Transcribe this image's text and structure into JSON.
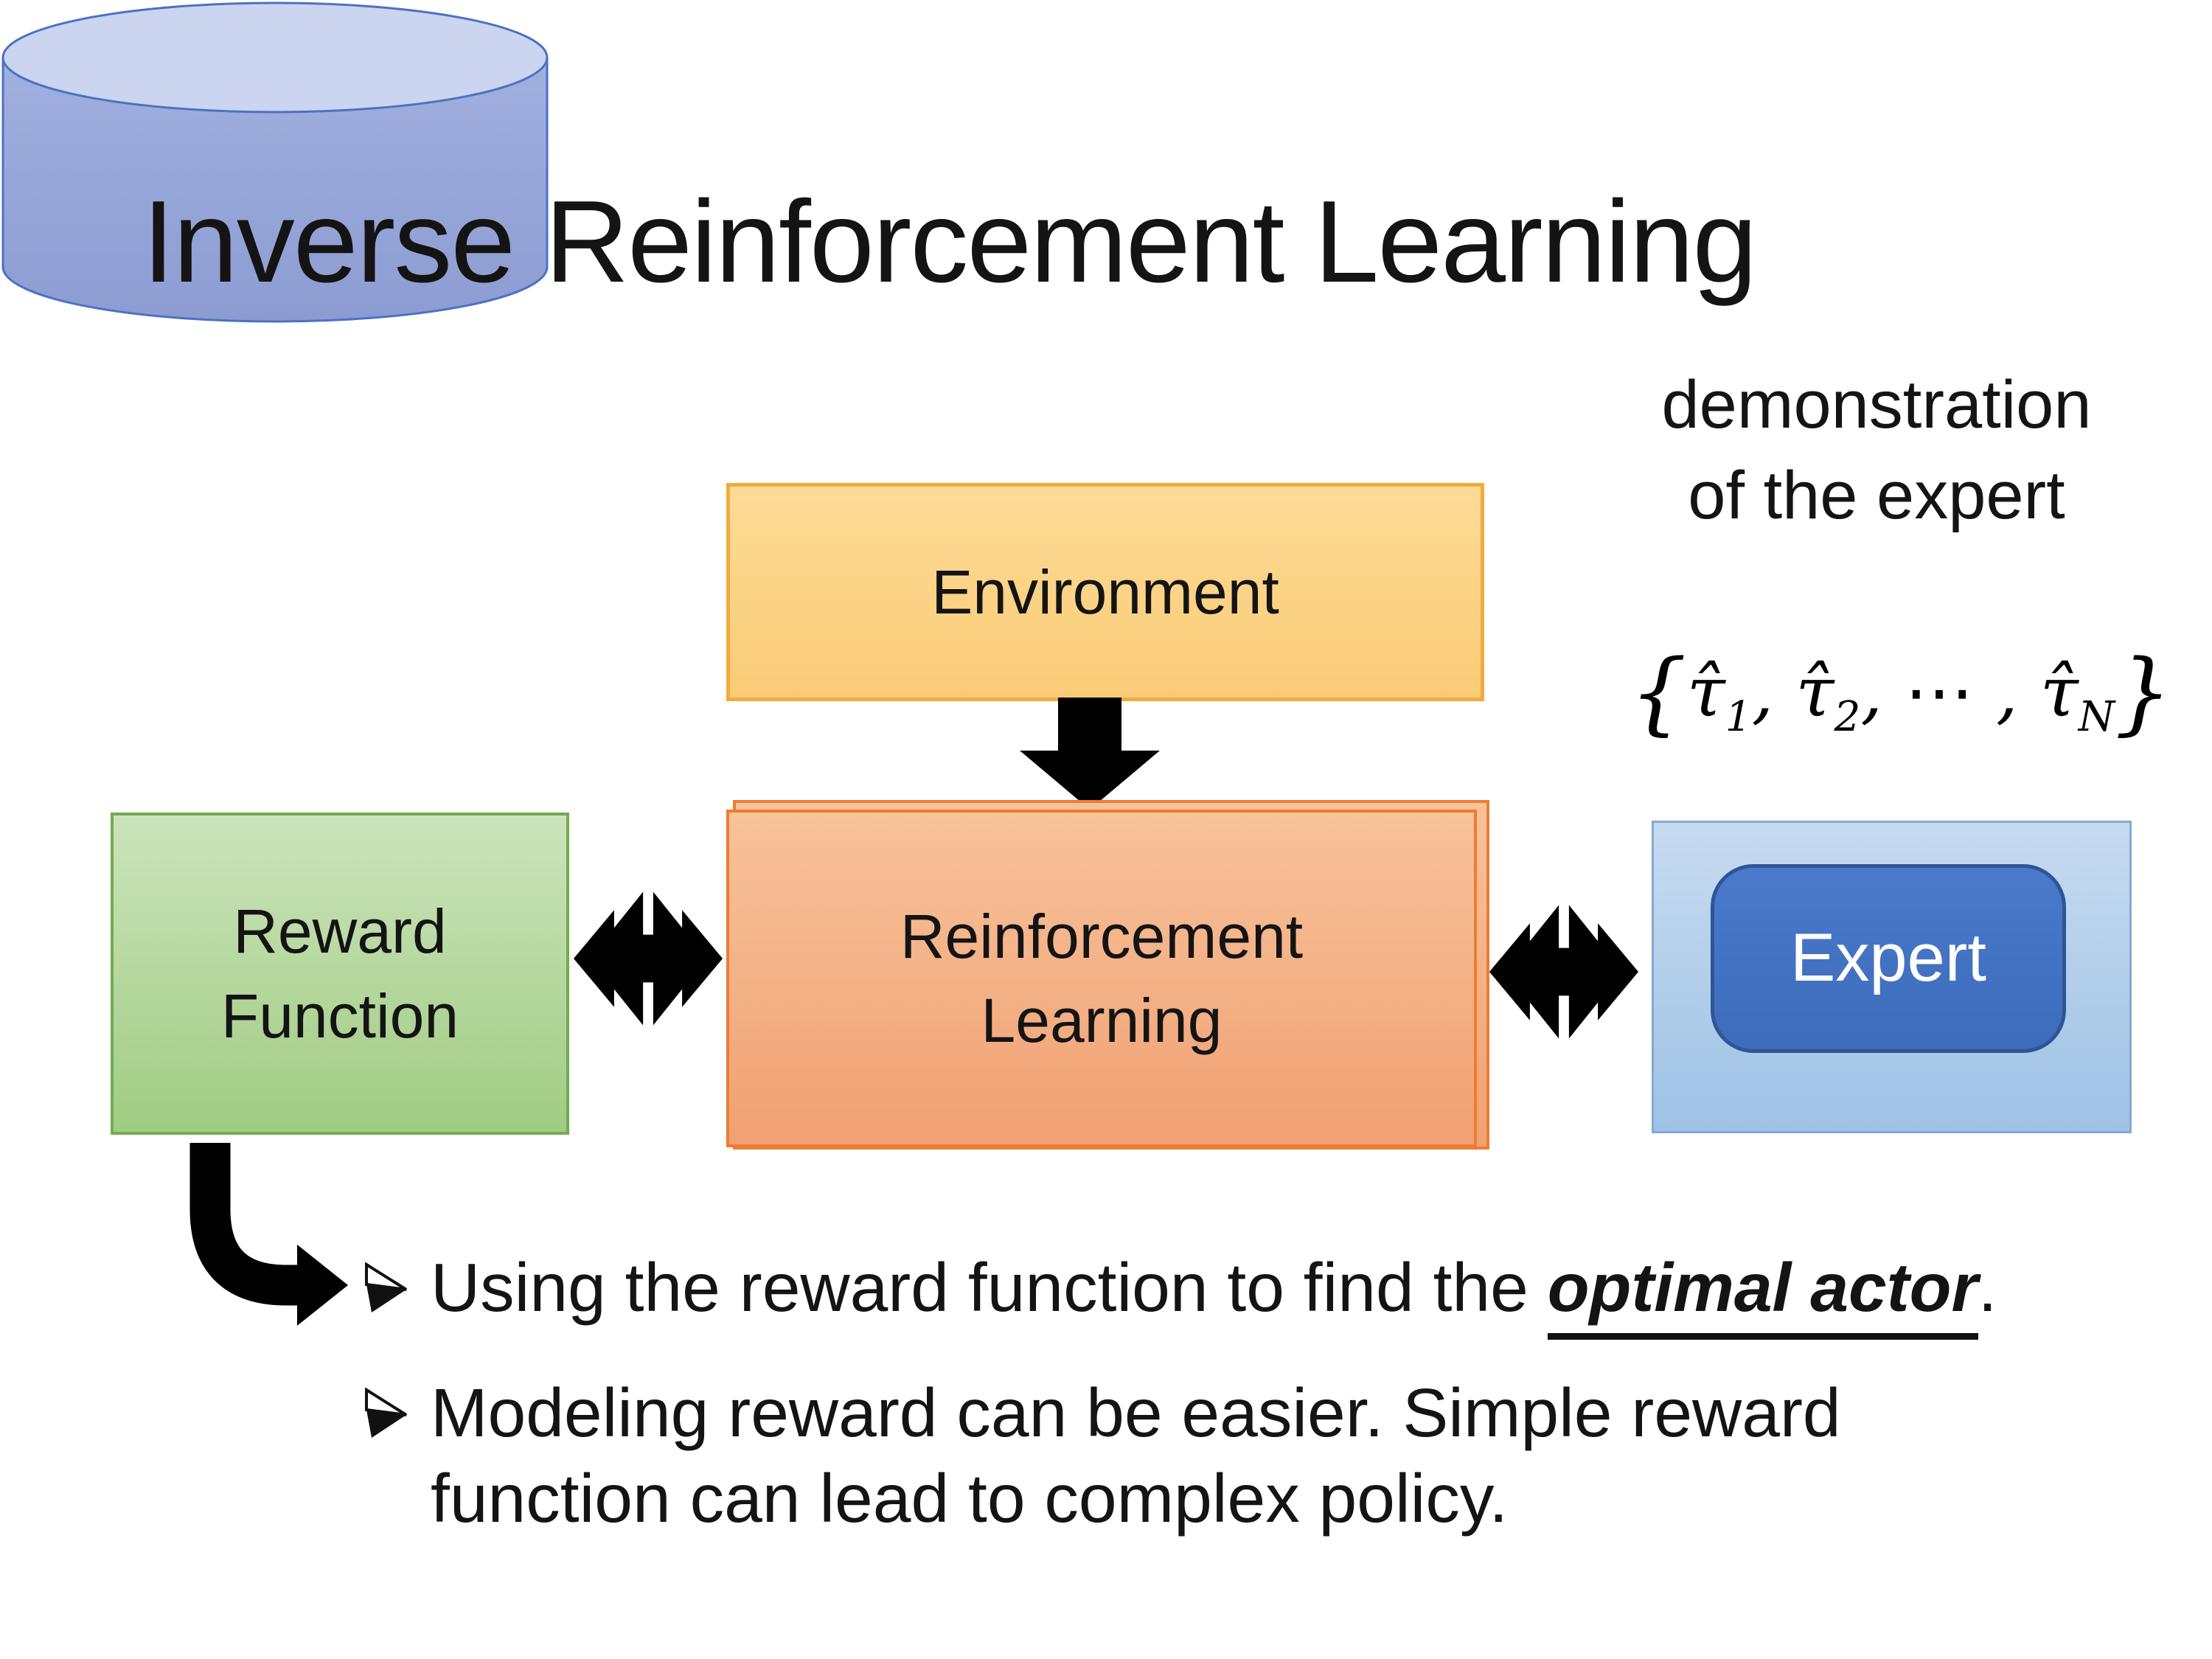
{
  "title": "Inverse Reinforcement Learning",
  "demo_label": {
    "line1": "demonstration",
    "line2": "of the expert"
  },
  "boxes": {
    "environment": "Environment",
    "reward": {
      "line1": "Reward",
      "line2": "Function"
    },
    "rl": {
      "line1": "Reinforcement",
      "line2": "Learning"
    },
    "expert": "Expert"
  },
  "formula": {
    "lbrace": "{",
    "tau1": "τ̂",
    "sub1": "1",
    "comma1": ", ",
    "tau2": "τ̂",
    "sub2": "2",
    "comma2": ", ",
    "cdots": "⋯",
    "comma3": " , ",
    "tau3": "τ̂",
    "subN": "N",
    "rbrace": "}"
  },
  "bullets": {
    "b1": {
      "prefix": "Using the reward function to find the ",
      "emphasis": "optimal actor",
      "suffix": "."
    },
    "b2": {
      "line1": "Modeling reward can be easier. Simple reward",
      "line2": "function can lead to complex policy."
    }
  },
  "colors": {
    "environment_fill_top": "#FDDB97",
    "environment_fill_bottom": "#FACB76",
    "environment_border": "#EFAC3D",
    "rl_fill_top": "#F8C29B",
    "rl_fill_bottom": "#F0A173",
    "rl_border": "#ED7D31",
    "reward_fill_top": "#CCE4BC",
    "reward_fill_bottom": "#A0CC83",
    "reward_border": "#74AA51",
    "expert_container_fill_top": "#C7DBF0",
    "expert_container_fill_bottom": "#9EC2E5",
    "expert_container_border": "#86A8CF",
    "expert_fill": "#4472C4",
    "expert_border": "#2F5597",
    "expert_text": "#FFFFFF",
    "cylinder_body": "#93A3D6",
    "cylinder_top": "#CBD5F0",
    "cylinder_border": "#4B72C2",
    "arrow": "#000000",
    "text": "#141414",
    "background": "#FFFFFF"
  }
}
